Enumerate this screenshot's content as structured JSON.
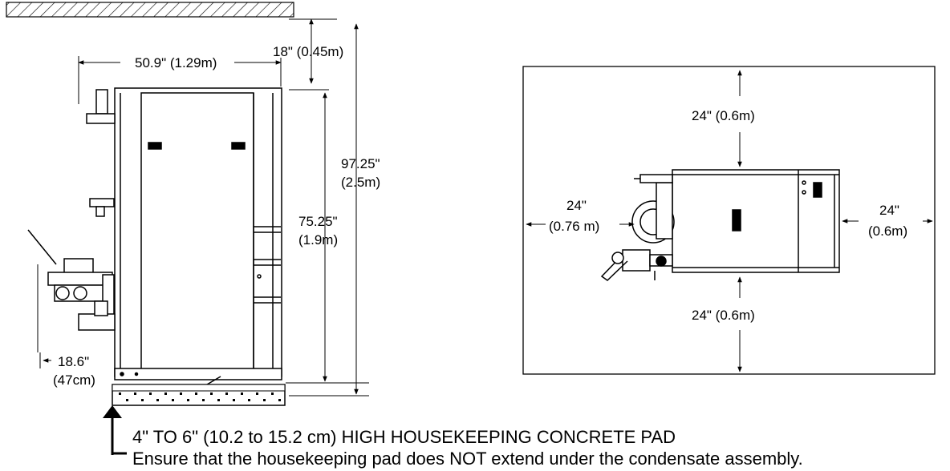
{
  "side_view": {
    "width_dim": "50.9\" (1.29m)",
    "ceiling_clearance": "18\" (0.45m)",
    "total_height_line1": "97.25\"",
    "total_height_line2": "(2.5m)",
    "unit_height_line1": "75.25\"",
    "unit_height_line2": "(1.9m)",
    "front_clearance_line1": "18.6\"",
    "front_clearance_line2": "(47cm)"
  },
  "top_view": {
    "rear_clearance": "24\" (0.6m)",
    "front_clearance": "24\" (0.6m)",
    "left_clearance_line1": "24\"",
    "left_clearance_line2": "(0.76 m)",
    "right_clearance_line1": "24\"",
    "right_clearance_line2": "(0.6m)"
  },
  "pad_note": {
    "line1": "4\" TO 6\" (10.2  to 15.2 cm) HIGH HOUSEKEEPING CONCRETE PAD",
    "line2": "Ensure that the housekeeping pad does NOT extend under the condensate assembly."
  },
  "colors": {
    "line": "#000000",
    "background": "#ffffff",
    "panel": "#f2f2f2"
  }
}
